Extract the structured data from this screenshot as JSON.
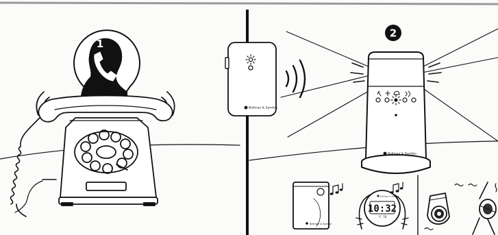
{
  "illustration": {
    "step_1": {
      "number": "1"
    },
    "step_2": {
      "number": "2"
    },
    "transmitter": {
      "brand": "Bellman & Symfon"
    },
    "lamp_receiver": {
      "brand": "Bellman & Symfon"
    },
    "flash_receiver": {
      "brand": "Bellman & Symfon"
    },
    "alarm_clock": {
      "brand": "Bellman & Symfon",
      "time": "10:32",
      "sub_readout": "°C 78"
    }
  }
}
